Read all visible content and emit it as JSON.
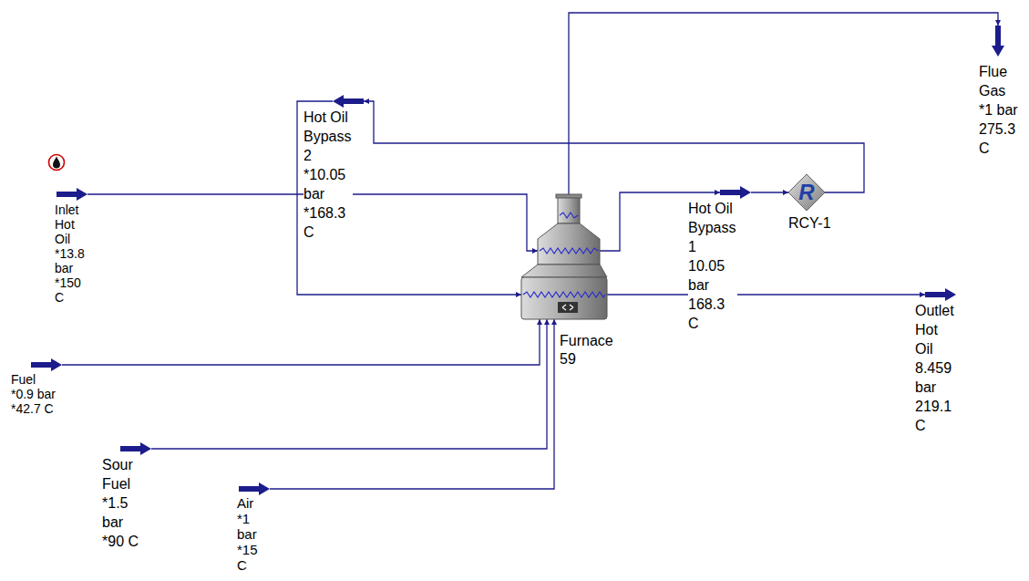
{
  "diagram": {
    "nodes": [
      {
        "text": [
          "Inlet Hot Oil",
          "*13.8 bar",
          "*150 C"
        ]
      },
      {
        "text": [
          "Fuel",
          "*0.9 bar",
          "*42.7 C"
        ]
      },
      {
        "text": [
          "Sour Fuel",
          "*1.5 bar",
          "*90 C"
        ]
      },
      {
        "text": [
          "Air",
          "*1 bar",
          "*15 C"
        ]
      },
      {
        "text": [
          "Furnace 59"
        ]
      },
      {
        "text": [
          "Hot Oil Bypass 2",
          "*10.05 bar",
          "*168.3 C"
        ]
      },
      {
        "text": [
          "Hot Oil Bypass 1",
          "10.05 bar",
          "168.3 C"
        ]
      },
      {
        "text": [
          "R",
          "RCY-1"
        ]
      },
      {
        "text": [
          "Outlet Hot Oil",
          "8.459 bar",
          "219.1 C"
        ]
      },
      {
        "text": [
          "Flue Gas",
          "*1 bar",
          "275.3 C"
        ]
      }
    ],
    "edges": [
      {
        "from": 0,
        "to": 4,
        "arrow": "to"
      },
      {
        "from": 1,
        "to": 4,
        "arrow": "to"
      },
      {
        "from": 2,
        "to": 4,
        "arrow": "to"
      },
      {
        "from": 3,
        "to": 4,
        "arrow": "to"
      },
      {
        "from": 4,
        "to": 9,
        "arrow": "to"
      },
      {
        "from": 4,
        "to": 6,
        "arrow": "to"
      },
      {
        "from": 6,
        "to": 7,
        "arrow": "to"
      },
      {
        "from": 7,
        "to": 5,
        "arrow": "to"
      },
      {
        "from": 5,
        "to": 4,
        "arrow": "to"
      },
      {
        "from": 4,
        "to": 8,
        "arrow": "to"
      }
    ]
  }
}
